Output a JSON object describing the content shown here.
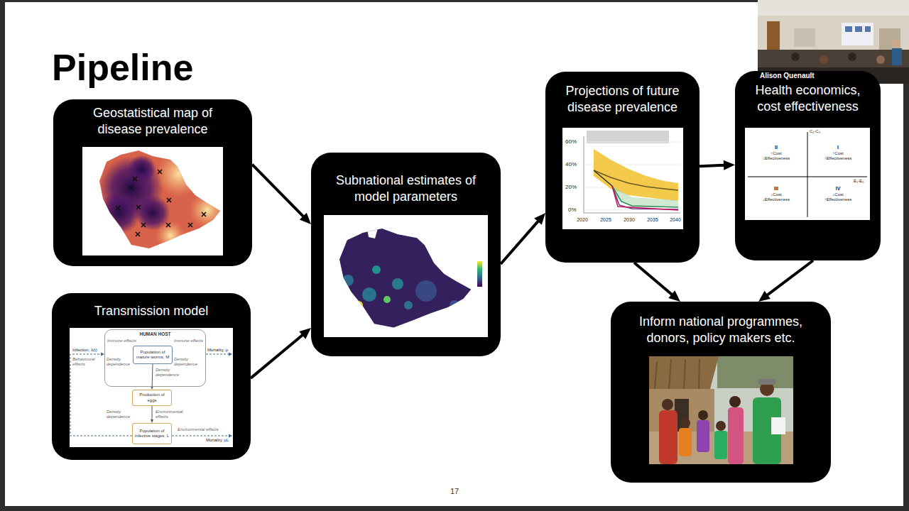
{
  "diagram": {
    "title": "Pipeline",
    "nodes": [
      {
        "text": [
          "Geostatistical map of disease prevalence"
        ]
      },
      {
        "text": [
          "Transmission model"
        ]
      },
      {
        "text": [
          "HUMAN HOST"
        ],
        "in": 1
      },
      {
        "text": [
          "Population of mature worms, M"
        ],
        "in": 2
      },
      {
        "text": [
          "Production of eggs"
        ],
        "in": 1
      },
      {
        "text": [
          "Population of infective stages, L"
        ],
        "in": 1
      },
      {
        "text": [
          "Subnational estimates of model parameters"
        ]
      },
      {
        "text": [
          "Projections of future disease prevalence"
        ]
      },
      {
        "text": [
          "Health economics, cost effectiveness"
        ]
      },
      {
        "text": [
          "Inform national programmes, donors, policy makers etc."
        ]
      }
    ],
    "edges": [
      {
        "from": 0,
        "to": 6,
        "arrow": "to"
      },
      {
        "from": 1,
        "to": 6,
        "arrow": "to"
      },
      {
        "from": 6,
        "to": 7,
        "arrow": "to"
      },
      {
        "from": 7,
        "to": 8,
        "arrow": "to"
      },
      {
        "from": 7,
        "to": 9,
        "arrow": "to"
      },
      {
        "from": 8,
        "to": 9,
        "arrow": "to"
      },
      {
        "from": 3,
        "to": 4,
        "arrow": "to"
      },
      {
        "from": 4,
        "to": 5,
        "arrow": "to"
      }
    ],
    "labels": [
      "60%",
      "40%",
      "20%",
      "0%",
      "2020",
      "2025",
      "2030",
      "2035",
      "2040",
      "C₁-C₀",
      "E₁-E₀",
      "II",
      "↑Cost",
      "↓Effectiveness",
      "I",
      "↑Cost",
      "↑Effectiveness",
      "III",
      "↓Cost",
      "↓Effectiveness",
      "IV",
      "↓Cost",
      "↑Effectiveness",
      "Infection, λ(t)",
      "Immune effects",
      "Immune effects",
      "Mortality, μ",
      "Behavioural effects",
      "Density dependence",
      "Density dependence",
      "Density dependence",
      "Density dependence",
      "Environmental effects",
      "Environmental effects",
      "Mortality, μL",
      "Alison Quenault",
      "17"
    ]
  }
}
